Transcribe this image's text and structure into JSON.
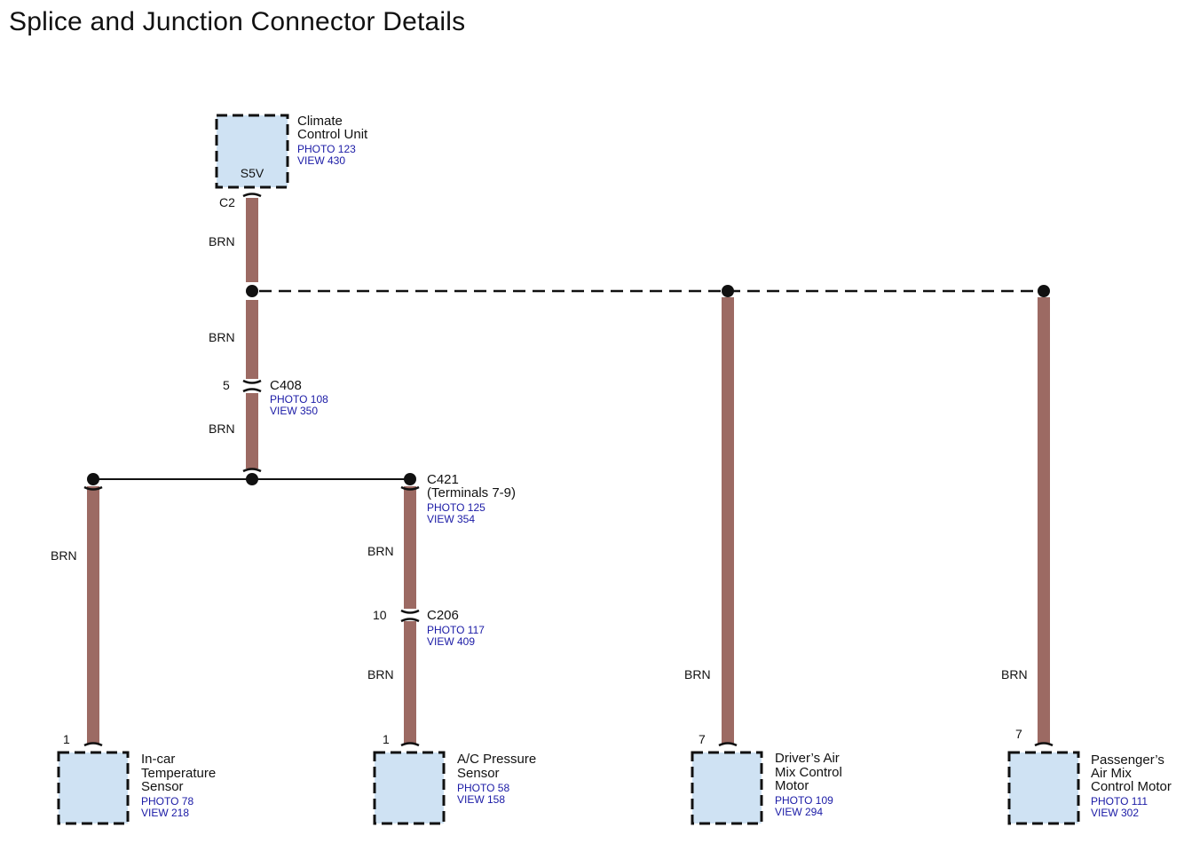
{
  "title": "Splice and Junction Connector Details",
  "wire_color_hex": "#9c6a63",
  "component_fill_hex": "#cfe2f3",
  "link_color_hex": "#1a1aa6",
  "wire_color_code": "BRN",
  "climate_control_unit": {
    "name_line1": "Climate",
    "name_line2": "Control Unit",
    "photo": "PHOTO 123",
    "view": "VIEW 430",
    "terminal_label": "S5V",
    "connector": "C2"
  },
  "c408": {
    "name": "C408",
    "pin": "5",
    "photo": "PHOTO 108",
    "view": "VIEW 350"
  },
  "c421": {
    "name": "C421",
    "terminals": "(Terminals 7-9)",
    "photo": "PHOTO 125",
    "view": "VIEW 354"
  },
  "c206": {
    "name": "C206",
    "pin": "10",
    "photo": "PHOTO 117",
    "view": "VIEW 409"
  },
  "incar_sensor": {
    "pin": "1",
    "line1": "In-car",
    "line2": "Temperature",
    "line3": "Sensor",
    "photo": "PHOTO 78",
    "view": "VIEW 218"
  },
  "ac_pressure_sensor": {
    "pin": "1",
    "line1": "A/C Pressure",
    "line2": "Sensor",
    "photo": "PHOTO 58",
    "view": "VIEW 158"
  },
  "driver_motor": {
    "pin": "7",
    "line1": "Driver’s Air",
    "line2": "Mix Control",
    "line3": "Motor",
    "photo": "PHOTO 109",
    "view": "VIEW 294"
  },
  "passenger_motor": {
    "pin": "7",
    "line1": "Passenger’s",
    "line2": "Air Mix",
    "line3": "Control Motor",
    "photo": "PHOTO 111",
    "view": "VIEW 302"
  }
}
